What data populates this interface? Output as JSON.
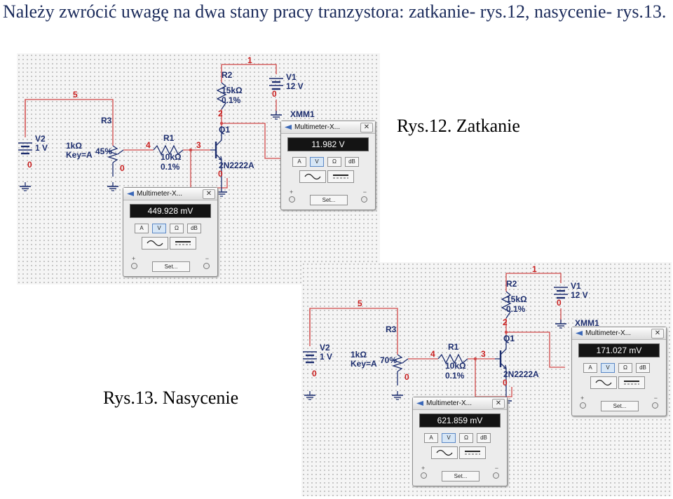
{
  "heading": "Należy zwrócić uwagę na dwa stany pracy tranzystora: zatkanie- rys.12, nasycenie- rys.13.",
  "captions": {
    "fig12": "Rys.12. Zatkanie",
    "fig13": "Rys.13. Nasycenie"
  },
  "fig12": {
    "nodes": {
      "n1": "1",
      "n2": "2",
      "n3": "3",
      "n4": "4",
      "n5": "5"
    },
    "grounds": {
      "v1": "0",
      "v2": "0",
      "r3": "0",
      "q1": "0"
    },
    "v1": {
      "name": "V1",
      "value": "12 V"
    },
    "v2": {
      "name": "V2",
      "value": "1 V"
    },
    "r2": {
      "name": "R2",
      "value": "15kΩ",
      "tol": "0.1%"
    },
    "r1": {
      "name": "R1",
      "value": "10kΩ",
      "tol": "0.1%"
    },
    "r3": {
      "name": "R3",
      "value": "1kΩ",
      "key": "Key=A",
      "pct": "45%"
    },
    "q1": {
      "name": "Q1",
      "model": "2N2222A"
    },
    "xmm1": "XMM1",
    "mm_ce": {
      "title": "Multimeter-X...",
      "close": "✕",
      "reading": "11.982 V",
      "btn_a": "A",
      "btn_v": "V",
      "btn_ohm": "Ω",
      "btn_db": "dB",
      "set": "Set...",
      "plus": "+",
      "minus": "−"
    },
    "mm_be": {
      "title": "Multimeter-X...",
      "close": "✕",
      "reading": "449.928 mV",
      "btn_a": "A",
      "btn_v": "V",
      "btn_ohm": "Ω",
      "btn_db": "dB",
      "set": "Set...",
      "plus": "+",
      "minus": "−"
    }
  },
  "fig13": {
    "nodes": {
      "n1": "1",
      "n2": "2",
      "n3": "3",
      "n4": "4",
      "n5": "5"
    },
    "grounds": {
      "v1": "0",
      "v2": "0",
      "r3": "0",
      "q1": "0"
    },
    "v1": {
      "name": "V1",
      "value": "12 V"
    },
    "v2": {
      "name": "V2",
      "value": "1 V"
    },
    "r2": {
      "name": "R2",
      "value": "15kΩ",
      "tol": "0.1%"
    },
    "r1": {
      "name": "R1",
      "value": "10kΩ",
      "tol": "0.1%"
    },
    "r3": {
      "name": "R3",
      "value": "1kΩ",
      "key": "Key=A",
      "pct": "70%"
    },
    "q1": {
      "name": "Q1",
      "model": "2N2222A"
    },
    "xmm1": "XMM1",
    "mm_ce": {
      "title": "Multimeter-X...",
      "close": "✕",
      "reading": "171.027 mV",
      "btn_a": "A",
      "btn_v": "V",
      "btn_ohm": "Ω",
      "btn_db": "dB",
      "set": "Set...",
      "plus": "+",
      "minus": "−"
    },
    "mm_be": {
      "title": "Multimeter-X...",
      "close": "✕",
      "reading": "621.859 mV",
      "btn_a": "A",
      "btn_v": "V",
      "btn_ohm": "Ω",
      "btn_db": "dB",
      "set": "Set...",
      "plus": "+",
      "minus": "−"
    }
  },
  "colors": {
    "wire": "#d04848",
    "component": "#1c2d6e",
    "heading": "#1a2a5a"
  }
}
